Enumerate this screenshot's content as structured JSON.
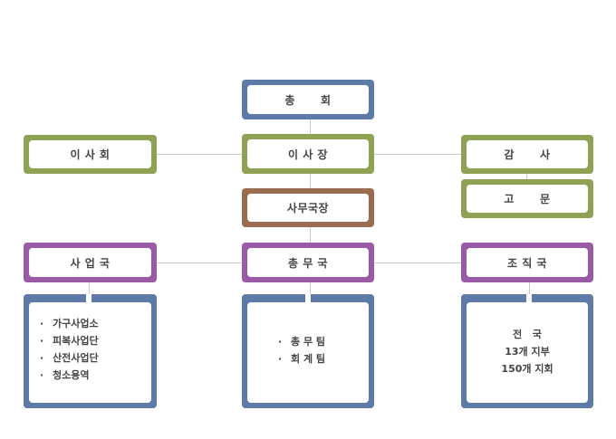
{
  "org": {
    "general_assembly": "총      회",
    "board": "이 사 회",
    "chairman": "이 사 장",
    "auditor": "감      사",
    "advisor": "고      문",
    "secretary_general": "사무국장",
    "business_dept": "사 업 국",
    "general_affairs_dept": "총 무 국",
    "organization_dept": "조 직 국"
  },
  "business_items": [
    "가구사업소",
    "피복사업단",
    "산전사업단",
    "청소용역"
  ],
  "general_affairs_items": [
    "총 무 팀",
    "회 계 팀"
  ],
  "organization_items": [
    "전   국",
    "13개 지부",
    "150개 지회"
  ],
  "bullet": "·",
  "colors": {
    "blue": "#5e7aa6",
    "green": "#8fa152",
    "brown": "#9b6d50",
    "purple": "#9a5ba6",
    "connector": "#c9c9c9"
  }
}
